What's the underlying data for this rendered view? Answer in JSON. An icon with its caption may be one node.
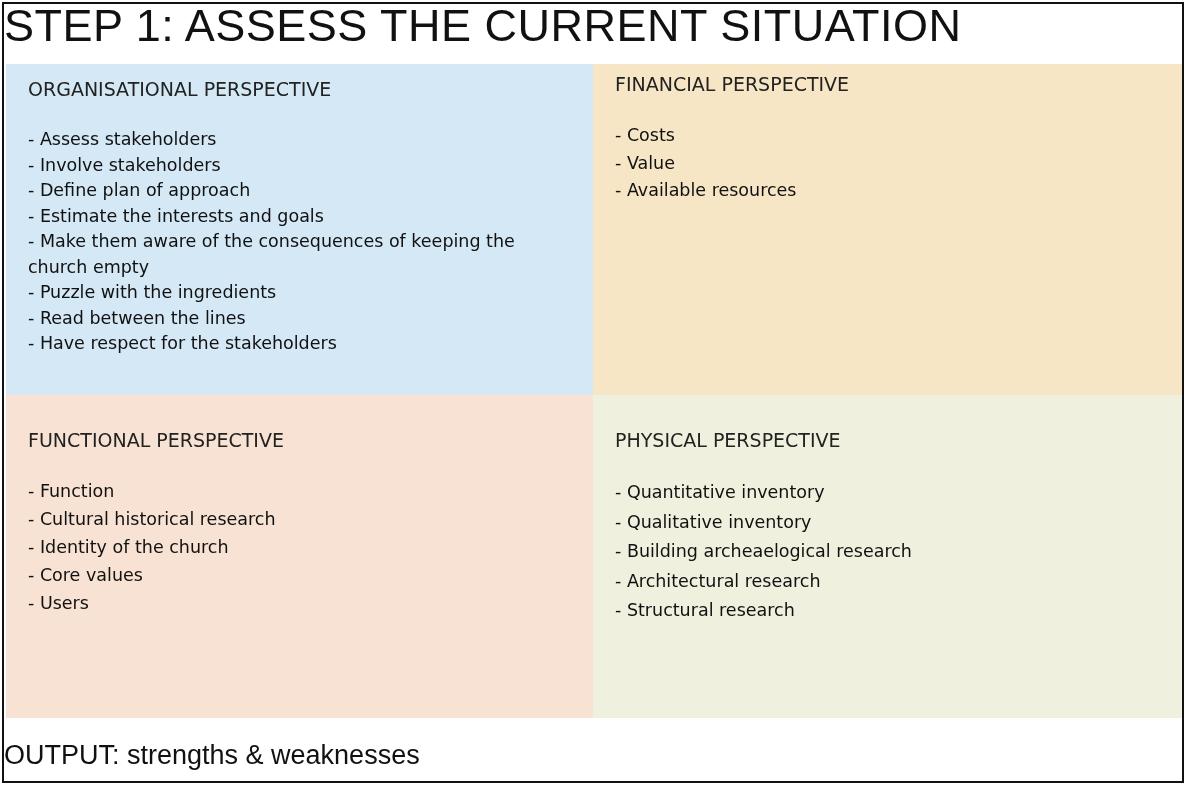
{
  "diagram": {
    "title": "STEP 1: ASSESS THE CURRENT SITUATION",
    "nodes": [
      {
        "text": [
          "ORGANISATIONAL PERSPECTIVE",
          "- Assess stakeholders",
          "- Involve stakeholders",
          "- Define plan of approach",
          "- Estimate the interests and goals",
          "- Make them aware of the consequences of keeping the church empty",
          "- Puzzle with the ingredients",
          "- Read between the lines",
          "- Have respect for the stakeholders"
        ]
      },
      {
        "text": [
          "FINANCIAL PERSPECTIVE",
          "- Costs",
          "- Value",
          "- Available resources"
        ]
      },
      {
        "text": [
          "FUNCTIONAL PERSPECTIVE",
          "- Function",
          "- Cultural historical research",
          "- Identity of the church",
          "- Core values",
          "- Users"
        ]
      },
      {
        "text": [
          "PHYSICAL PERSPECTIVE",
          "- Quantitative inventory",
          "- Qualitative inventory",
          "- Building archeaelogical research",
          "- Architectural research",
          "- Structural research"
        ]
      }
    ],
    "labels": [
      "OUTPUT: strengths & weaknesses"
    ]
  }
}
